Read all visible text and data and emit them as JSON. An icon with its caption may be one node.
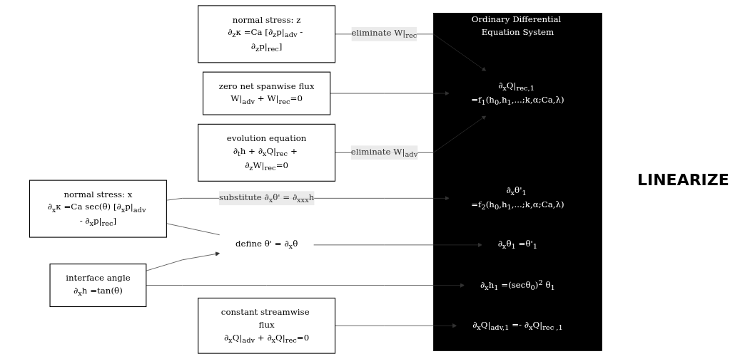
{
  "diagram": {
    "nodes": [
      {
        "text": [
          "normal stress: z",
          "∂$_{z}$κ =Ca [∂$_{z}$p|$_{adv}$ - ∂$_{z}$p|$_{rec}$]"
        ]
      },
      {
        "text": [
          "zero net spanwise flux",
          "W|$_{adv}$ + W|$_{rec}$=0"
        ]
      },
      {
        "text": [
          "evolution equation",
          "∂$_{t}$h + ∂$_{x}$Q|$_{rec}$ + ∂$_{z}$W|$_{rec}$=0"
        ]
      },
      {
        "text": [
          "normal stress: x",
          "∂$_{x}$κ =Ca sec(θ) [∂$_{x}$p|$_{adv}$ - ∂$_{x}$p|$_{rec}$]"
        ]
      },
      {
        "text": [
          "define θ' = ∂$_{x}$θ"
        ]
      },
      {
        "text": [
          "interface angle",
          "∂$_{x}$h =tan(θ)"
        ]
      },
      {
        "text": [
          "constant streamwise flux",
          "∂$_{x}$Q|$_{adv}$ + ∂$_{x}$Q|$_{rec}$=0"
        ]
      },
      {
        "text": [
          "Ordinary Differential Equation System"
        ]
      },
      {
        "text": [
          "∂$_{x}$Q|$_{rec,1}$ =f$_{1}$(h$_{0}$,h$_{1}$,...;k,α;Ca,λ)"
        ],
        "in": 7
      },
      {
        "text": [
          "∂$_{x}$θ'$_{1}$ =f$_{2}$(h$_{0}$,h$_{1}$,...;k,α;Ca,λ)"
        ],
        "in": 7
      },
      {
        "text": [
          "∂$_{x}$θ$_{1}$ =θ'$_{1}$"
        ],
        "in": 7
      },
      {
        "text": [
          "∂$_{x}$h$_{1}$ =(secθ$_{0}$)$^{2}$ θ$_{1}$"
        ],
        "in": 7
      },
      {
        "text": [
          "∂$_{x}$Q|$_{adv,1}$ =- ∂$_{x}$Q|$_{rec ,1}$"
        ],
        "in": 7
      }
    ],
    "edges": [
      {
        "from": 0,
        "to": 8,
        "arrow": "to",
        "label": "eliminate W|$_{rec}$"
      },
      {
        "from": 1,
        "to": 8,
        "arrow": "to"
      },
      {
        "from": 2,
        "to": 8,
        "arrow": "to",
        "label": "eliminate W|$_{adv}$"
      },
      {
        "from": 3,
        "to": 9,
        "arrow": "to",
        "label": "substitute ∂$_{x}$θ' = ∂$_{xxx}$h"
      },
      {
        "from": 3,
        "to": 4,
        "arrow": "none"
      },
      {
        "from": 5,
        "to": 4,
        "arrow": "to"
      },
      {
        "from": 4,
        "to": 10,
        "arrow": "to"
      },
      {
        "from": 5,
        "to": 11,
        "arrow": "to"
      },
      {
        "from": 6,
        "to": 12,
        "arrow": "to"
      }
    ],
    "labels": [
      "LINEARIZE"
    ]
  }
}
